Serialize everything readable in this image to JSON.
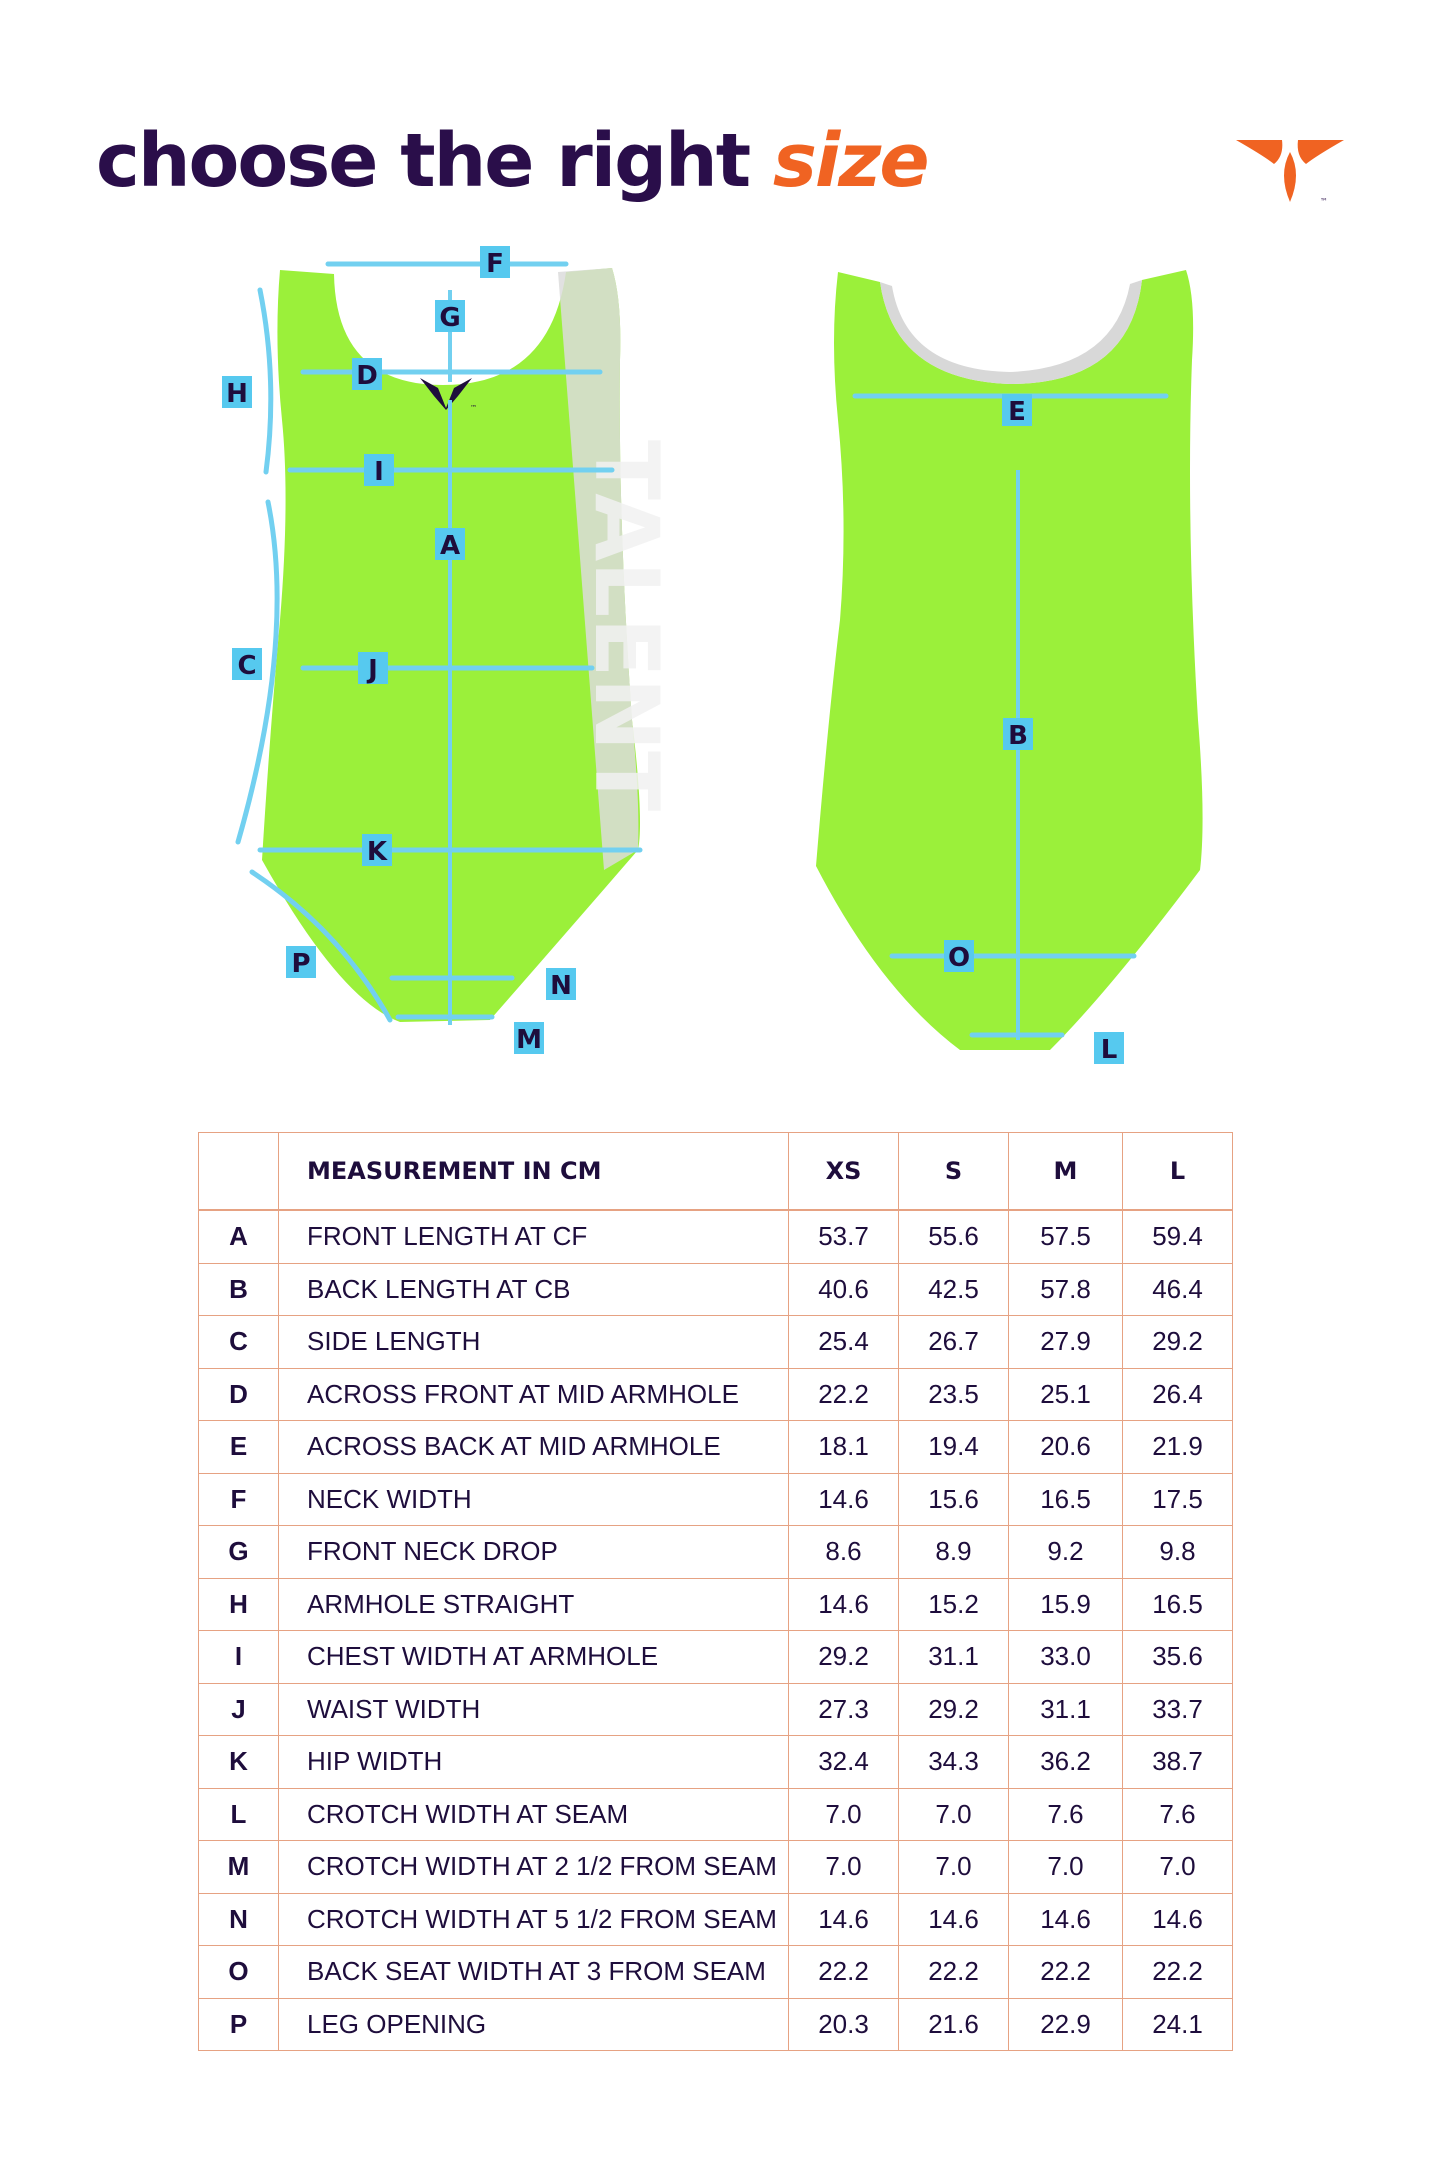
{
  "title": {
    "main": "choose the right",
    "accent": "size"
  },
  "colors": {
    "brand_dark": "#2a0e4a",
    "brand_orange": "#f06322",
    "garment_green": "#9bf03a",
    "measure_blue": "#56c9ef",
    "table_border": "#e6a283"
  },
  "logo": {
    "icon": "brand-logo-icon",
    "trademark": "™"
  },
  "front_garment": {
    "print_text": "TALENT",
    "logo_trademark": "™"
  },
  "diagram_labels": [
    "F",
    "G",
    "D",
    "H",
    "I",
    "A",
    "C",
    "J",
    "K",
    "P",
    "N",
    "M",
    "E",
    "B",
    "O",
    "L"
  ],
  "table": {
    "header": {
      "code": "",
      "measurement": "MEASUREMENT IN CM",
      "sizes": [
        "XS",
        "S",
        "M",
        "L"
      ]
    },
    "rows": [
      {
        "code": "A",
        "label": "FRONT LENGTH AT CF",
        "values": [
          "53.7",
          "55.6",
          "57.5",
          "59.4"
        ]
      },
      {
        "code": "B",
        "label": "BACK LENGTH AT CB",
        "values": [
          "40.6",
          "42.5",
          "57.8",
          "46.4"
        ]
      },
      {
        "code": "C",
        "label": "SIDE LENGTH",
        "values": [
          "25.4",
          "26.7",
          "27.9",
          "29.2"
        ]
      },
      {
        "code": "D",
        "label": "ACROSS FRONT AT MID ARMHOLE",
        "values": [
          "22.2",
          "23.5",
          "25.1",
          "26.4"
        ]
      },
      {
        "code": "E",
        "label": "ACROSS BACK AT MID ARMHOLE",
        "values": [
          "18.1",
          "19.4",
          "20.6",
          "21.9"
        ]
      },
      {
        "code": "F",
        "label": "NECK WIDTH",
        "values": [
          "14.6",
          "15.6",
          "16.5",
          "17.5"
        ]
      },
      {
        "code": "G",
        "label": "FRONT NECK DROP",
        "values": [
          "8.6",
          "8.9",
          "9.2",
          "9.8"
        ]
      },
      {
        "code": "H",
        "label": "ARMHOLE STRAIGHT",
        "values": [
          "14.6",
          "15.2",
          "15.9",
          "16.5"
        ]
      },
      {
        "code": "I",
        "label": "CHEST WIDTH AT ARMHOLE",
        "values": [
          "29.2",
          "31.1",
          "33.0",
          "35.6"
        ]
      },
      {
        "code": "J",
        "label": "WAIST WIDTH",
        "values": [
          "27.3",
          "29.2",
          "31.1",
          "33.7"
        ]
      },
      {
        "code": "K",
        "label": "HIP WIDTH",
        "values": [
          "32.4",
          "34.3",
          "36.2",
          "38.7"
        ]
      },
      {
        "code": "L",
        "label": "CROTCH WIDTH AT SEAM",
        "values": [
          "7.0",
          "7.0",
          "7.6",
          "7.6"
        ]
      },
      {
        "code": "M",
        "label": "CROTCH WIDTH AT 2 1/2 FROM SEAM",
        "values": [
          "7.0",
          "7.0",
          "7.0",
          "7.0"
        ]
      },
      {
        "code": "N",
        "label": "CROTCH WIDTH AT 5 1/2 FROM SEAM",
        "values": [
          "14.6",
          "14.6",
          "14.6",
          "14.6"
        ]
      },
      {
        "code": "O",
        "label": "BACK SEAT WIDTH AT 3 FROM SEAM",
        "values": [
          "22.2",
          "22.2",
          "22.2",
          "22.2"
        ]
      },
      {
        "code": "P",
        "label": "LEG OPENING",
        "values": [
          "20.3",
          "21.6",
          "22.9",
          "24.1"
        ]
      }
    ]
  }
}
